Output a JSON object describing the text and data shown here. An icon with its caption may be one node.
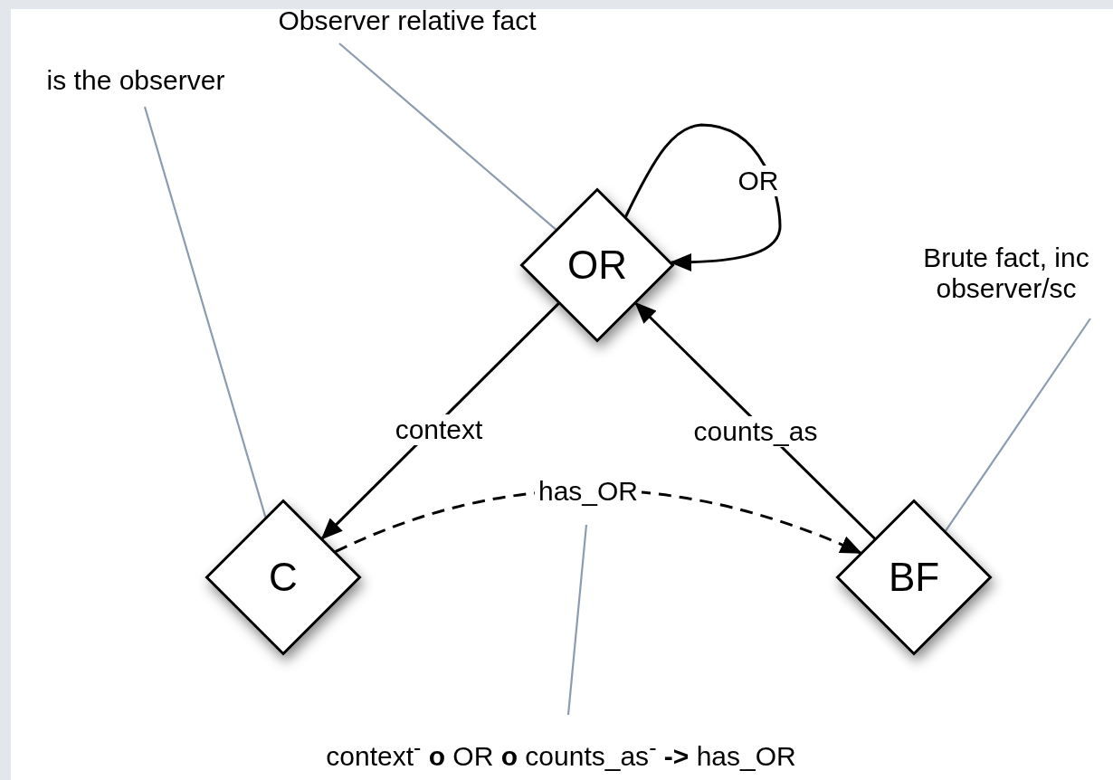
{
  "diagram": {
    "nodes": [
      {
        "text": [
          "Observer relative fact"
        ]
      },
      {
        "text": [
          "OR"
        ]
      },
      {
        "text": [
          "is the observer"
        ]
      },
      {
        "text": [
          "Brute fact, inc observer/sc"
        ]
      },
      {
        "text": [
          "C"
        ]
      },
      {
        "text": [
          "BF"
        ]
      },
      {
        "text": [
          "context$^{-}$ **o** OR **o** counts_as$^{-}$ **->** has_OR"
        ]
      }
    ],
    "edges": [
      {
        "from": 1,
        "to": 1,
        "arrow": "to",
        "label": "OR"
      },
      {
        "from": 1,
        "to": 4,
        "arrow": "to",
        "label": "context"
      },
      {
        "from": 5,
        "to": 1,
        "arrow": "to",
        "label": "counts_as"
      },
      {
        "from": 4,
        "to": 5,
        "arrow": "to",
        "label": "has_OR",
        "style": "dashed"
      },
      {
        "from": 0,
        "to": 1,
        "arrow": "none",
        "color": "#8c9cb0"
      },
      {
        "from": 2,
        "to": 4,
        "arrow": "none",
        "color": "#8c9cb0"
      },
      {
        "from": 3,
        "to": 5,
        "arrow": "none",
        "color": "#8c9cb0"
      },
      {
        "from": 6,
        "to": null,
        "arrow": "none",
        "color": "#8c9cb0"
      }
    ]
  }
}
